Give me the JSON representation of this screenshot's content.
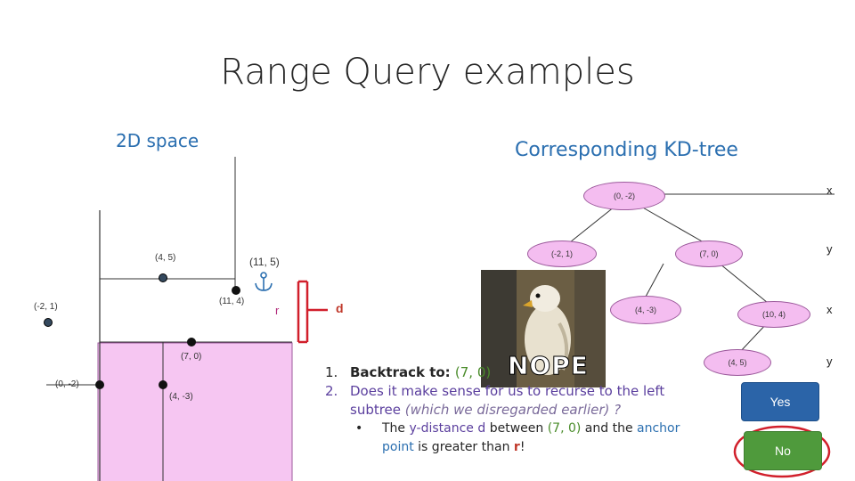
{
  "slide": {
    "title": "Range Query examples",
    "left_heading": "2D space",
    "right_heading": "Corresponding KD-tree"
  },
  "space_2d": {
    "points": [
      {
        "label": "(4, 5)"
      },
      {
        "label": "(11, 5)"
      },
      {
        "label": "(11, 4)"
      },
      {
        "label": "(-2, 1)"
      },
      {
        "label": "(7, 0)"
      },
      {
        "label": "(0, -2)"
      },
      {
        "label": "(4, -3)"
      }
    ],
    "radius_label": "r",
    "distance_label": "d"
  },
  "kd_tree": {
    "nodes": [
      {
        "label": "(0, -2)"
      },
      {
        "label": "(-2, 1)"
      },
      {
        "label": "(7, 0)"
      },
      {
        "label": "(4, -3)"
      },
      {
        "label": "(10, 4)"
      },
      {
        "label": "(4, 5)"
      }
    ],
    "axis_labels": [
      "x",
      "y",
      "x",
      "y"
    ]
  },
  "image": {
    "caption": "NOPE"
  },
  "steps": {
    "step1_num": "1.",
    "step1_text": "Backtrack to: ",
    "step1_value": "(7, 0)",
    "step2_num": "2.",
    "step2_text": "Does it make sense for us to recurse to the left subtree",
    "step2_note": " (which we disregarded earlier) ?",
    "bullet": "•",
    "bullet_p1": "The ",
    "bullet_p2": "y-distance d",
    "bullet_p3": " between ",
    "bullet_p4": "(7, 0)",
    "bullet_p5": " and the ",
    "bullet_p6": "anchor point",
    "bullet_p7": " is greater than ",
    "bullet_p8": "r",
    "bullet_p9": "!"
  },
  "buttons": {
    "yes_label": "Yes",
    "no_label": "No"
  },
  "colors": {
    "heading_blue": "#2b6fb0",
    "region_pink": "#f6c6f2",
    "highlight_red": "#d11f2b",
    "yes_blue": "#2b64a8",
    "no_green": "#4f9a3c"
  }
}
